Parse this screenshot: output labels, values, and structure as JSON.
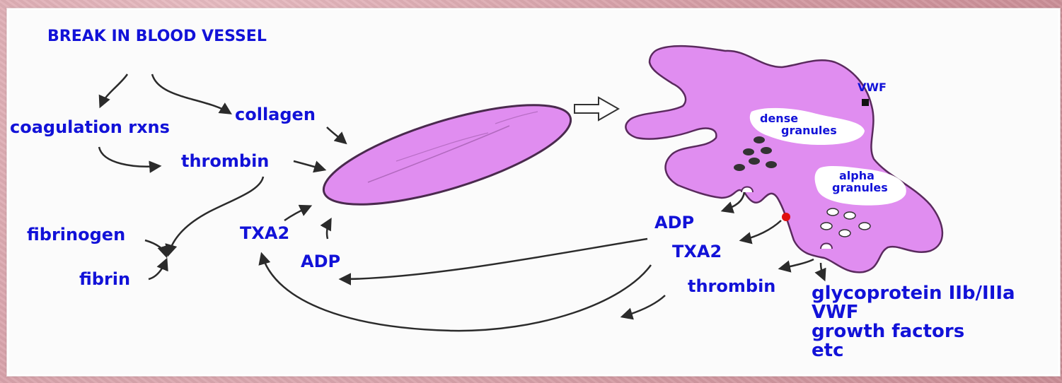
{
  "labels": {
    "title": "BREAK IN BLOOD VESSEL",
    "coagulation": "coagulation rxns",
    "collagen": "collagen",
    "thrombin_left": "thrombin",
    "fibrinogen": "fibrinogen",
    "fibrin": "fibrin",
    "txa2_left": "TXA2",
    "adp_left": "ADP",
    "adp_right": "ADP",
    "txa2_right": "TXA2",
    "thrombin_right": "thrombin",
    "vwf_top": "VWF",
    "dense_granules": [
      "dense",
      "granules"
    ],
    "alpha_granules": [
      "alpha",
      "granules"
    ],
    "secreted": [
      "glycoprotein IIb/IIIa",
      "VWF",
      "growth factors",
      "etc"
    ]
  },
  "colors": {
    "label_text": "#1212d8",
    "platelet_fill": "#e08df0",
    "platelet_stroke": "#5a2a5e",
    "arrow": "#2b2b2b",
    "background_frame": "#d9a7ad",
    "panel": "#fbfbfb",
    "receptor_dot": "#e01010"
  }
}
